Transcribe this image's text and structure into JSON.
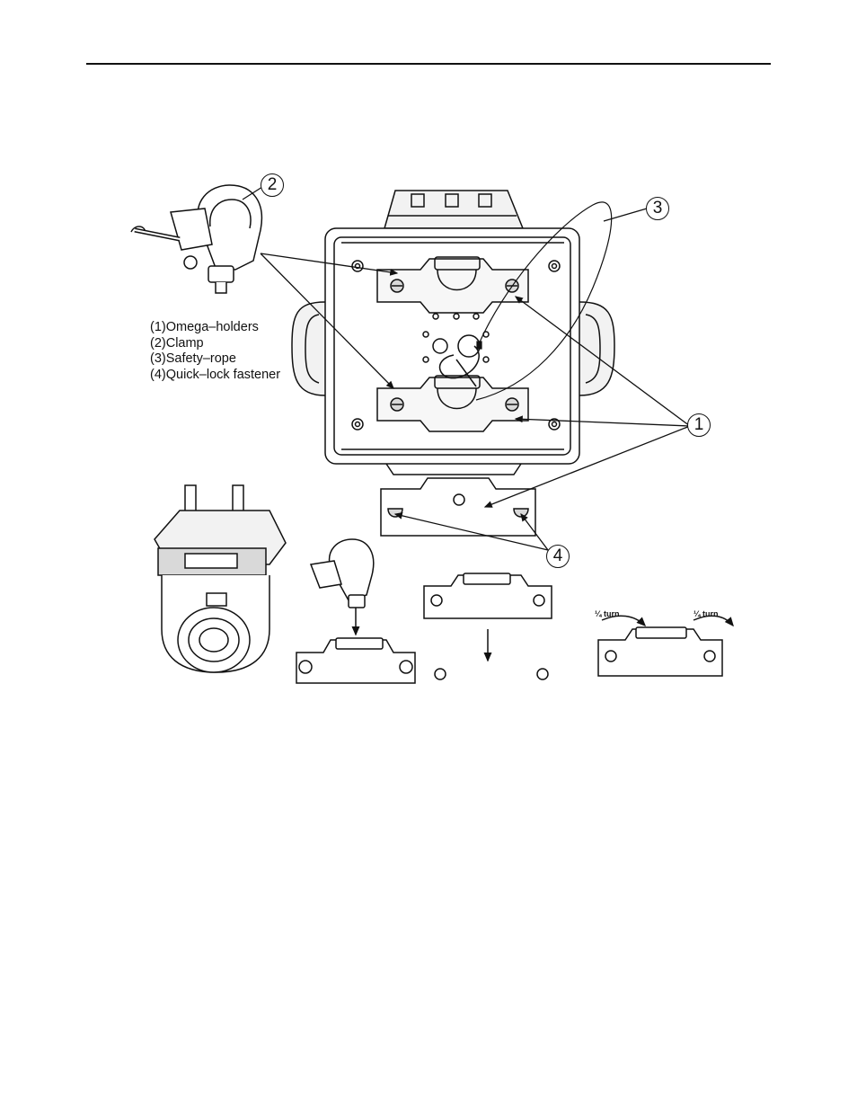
{
  "legend": {
    "items": [
      {
        "label": "(1)Omega–holders"
      },
      {
        "label": "(2)Clamp"
      },
      {
        "label": "(3)Safety–rope"
      },
      {
        "label": "(4)Quick–lock fastener"
      }
    ]
  },
  "callouts": {
    "omega_holders": "1",
    "clamp": "2",
    "safety_rope": "3",
    "quick_lock": "4"
  },
  "turn_labels": {
    "left": "¼ turn",
    "right": "¼ turn"
  },
  "colors": {
    "line": "#111111",
    "background": "#ffffff",
    "fill_light": "#f2f2f2",
    "fill_mid": "#d9d9d9"
  }
}
